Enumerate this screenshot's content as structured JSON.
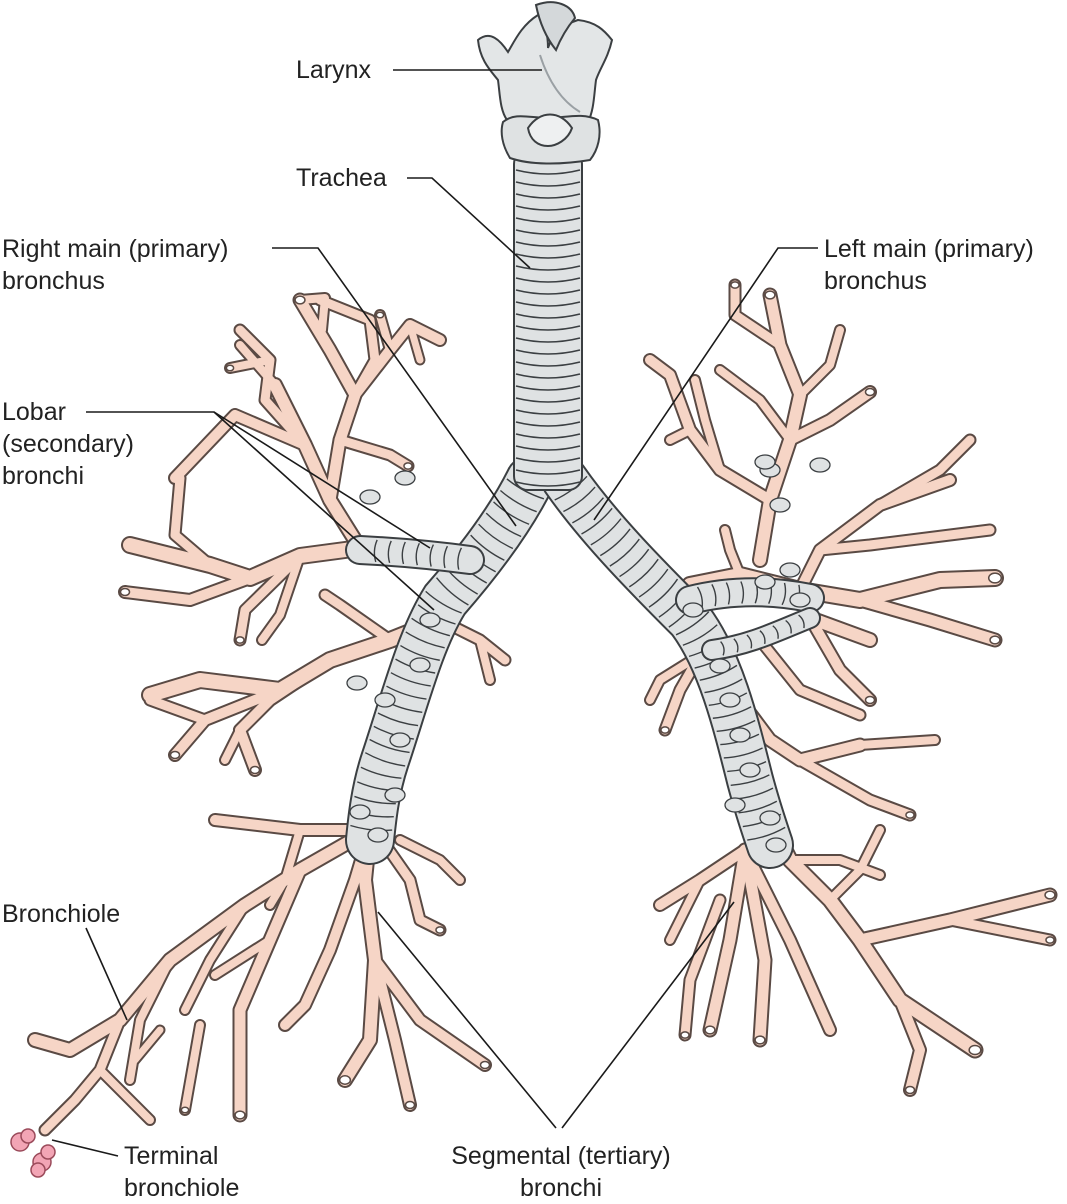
{
  "colors": {
    "tissue": "#f6d5c6",
    "tissue_outline": "#5a4a44",
    "cartilage": "#dfe2e3",
    "cartilage_outline": "#3b3f42",
    "alveoli": "#f2a5b5",
    "leader": "#1a1a1a",
    "text": "#222222"
  },
  "labels": {
    "larynx": "Larynx",
    "trachea": "Trachea",
    "right_main": [
      "Right main (primary)",
      "bronchus"
    ],
    "left_main": [
      "Left main (primary)",
      "bronchus"
    ],
    "lobar": [
      "Lobar",
      "(secondary)",
      "bronchi"
    ],
    "bronchiole": "Bronchiole",
    "terminal": [
      "Terminal",
      "bronchiole"
    ],
    "segmental": [
      "Segmental (tertiary)",
      "bronchi"
    ]
  }
}
